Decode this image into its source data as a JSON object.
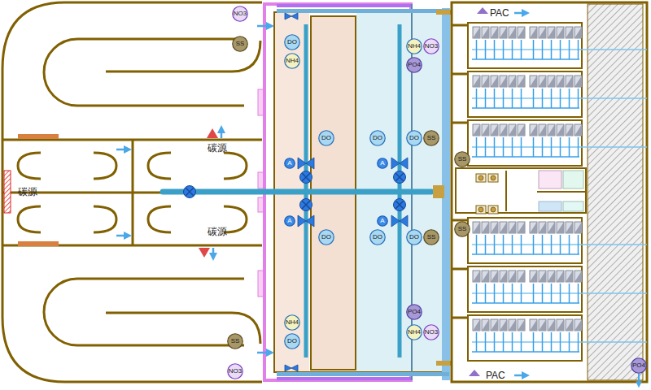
{
  "diagram": {
    "nodes": [
      {
        "text": [
          "NO3"
        ]
      },
      {
        "text": [
          "DO"
        ]
      },
      {
        "text": [
          "SS"
        ]
      },
      {
        "text": [
          "NH4"
        ]
      },
      {
        "text": [
          "NO3"
        ]
      },
      {
        "text": [
          "NH4"
        ]
      },
      {
        "text": [
          "PO4"
        ]
      },
      {
        "text": [
          "DO"
        ]
      },
      {
        "text": [
          "DO"
        ]
      },
      {
        "text": [
          "DO"
        ]
      },
      {
        "text": [
          "SS"
        ]
      },
      {
        "text": [
          "SS"
        ]
      },
      {
        "text": [
          "A"
        ]
      },
      {
        "text": [
          "A"
        ]
      },
      {
        "text": [
          "A"
        ]
      },
      {
        "text": [
          "A"
        ]
      },
      {
        "text": [
          "SS"
        ]
      },
      {
        "text": [
          "DO"
        ]
      },
      {
        "text": [
          "DO"
        ]
      },
      {
        "text": [
          "DO"
        ]
      },
      {
        "text": [
          "SS"
        ]
      },
      {
        "text": [
          "PO4"
        ]
      },
      {
        "text": [
          "NH4"
        ]
      },
      {
        "text": [
          "NH4"
        ]
      },
      {
        "text": [
          "NO3"
        ]
      },
      {
        "text": [
          "DO"
        ]
      },
      {
        "text": [
          "SS"
        ]
      },
      {
        "text": [
          "PO4"
        ]
      },
      {
        "text": [
          "NO3"
        ]
      }
    ],
    "labels": [
      "PAC",
      "碳源",
      "碳源",
      "碳源",
      "PAC"
    ]
  }
}
